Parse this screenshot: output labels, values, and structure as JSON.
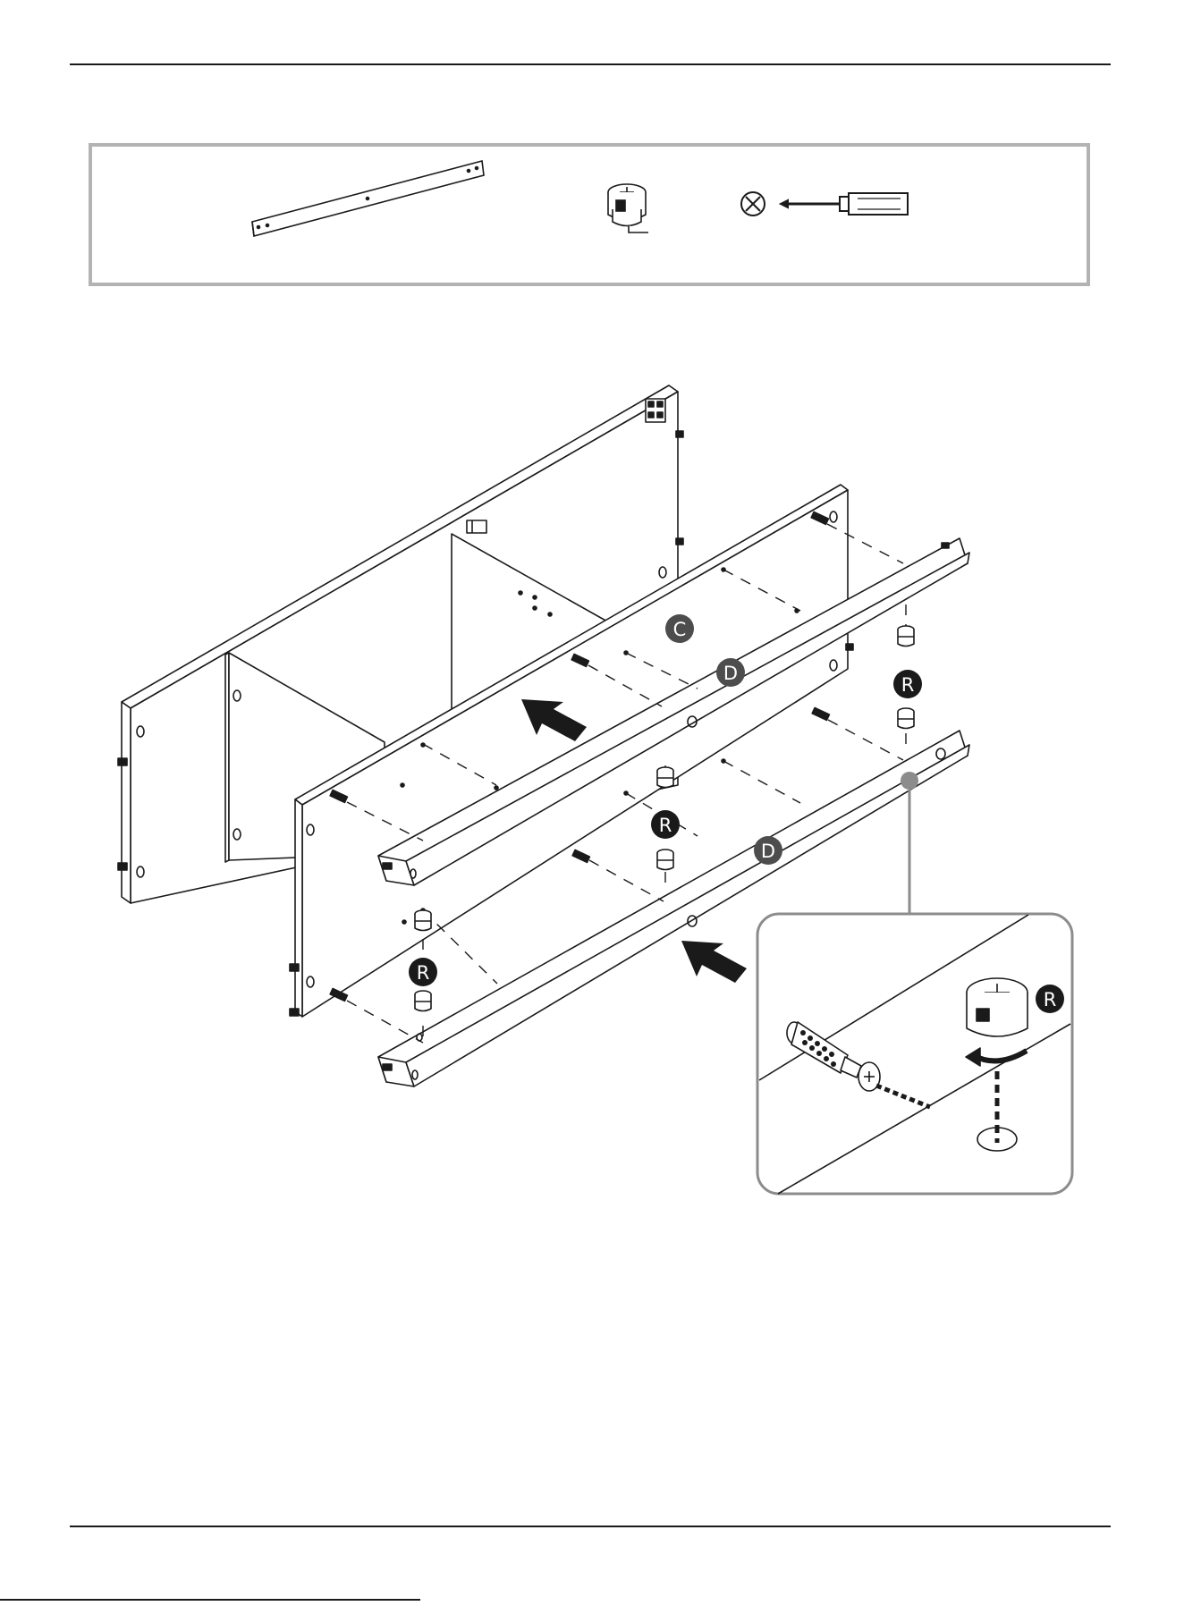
{
  "parts_panel": {
    "items": [
      "rail-panel",
      "cam-lock-fitting",
      "phillips-screwdriver"
    ]
  },
  "diagram": {
    "labels": {
      "panel_c": "C",
      "panel_d_upper": "D",
      "panel_d_lower": "D",
      "cam_r_1": "R",
      "cam_r_2": "R",
      "cam_r_3": "R",
      "detail_r": "R"
    }
  },
  "colors": {
    "line": "#1a1a1a",
    "label_circle": "#4d4d4d",
    "box_border": "#b3b3b3",
    "callout": "#8c8c8c"
  }
}
